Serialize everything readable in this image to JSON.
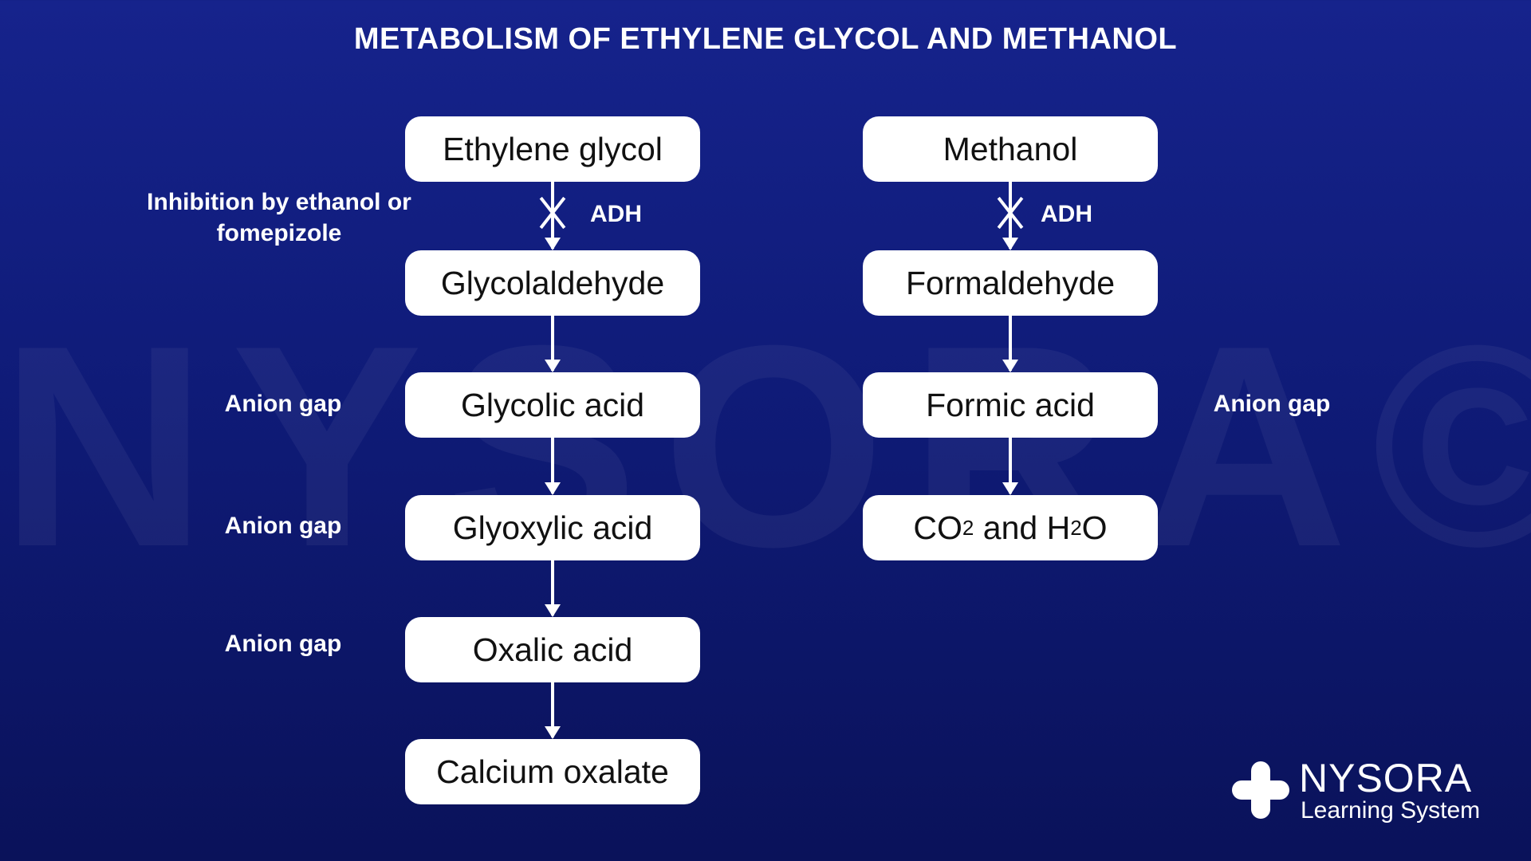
{
  "title": "METABOLISM OF ETHYLENE GLYCOL AND METHANOL",
  "watermark": "NYSORA©",
  "left_pathway": {
    "steps": [
      "Ethylene glycol",
      "Glycolaldehyde",
      "Glycolic acid",
      "Glyoxylic acid",
      "Oxalic acid",
      "Calcium oxalate"
    ],
    "enzyme": "ADH",
    "inhibition": "Inhibition by ethanol or fomepizole",
    "anion_gap_labels": [
      "Anion gap",
      "Anion gap",
      "Anion gap"
    ]
  },
  "right_pathway": {
    "steps": [
      "Methanol",
      "Formaldehyde",
      "Formic acid"
    ],
    "final_step": {
      "co": "CO",
      "sub1": "2",
      "and_h": " and H",
      "sub2": "2",
      "o": "O"
    },
    "enzyme": "ADH",
    "anion_gap_label": "Anion gap"
  },
  "logo": {
    "name": "NYSORA",
    "subtitle": "Learning System"
  },
  "colors": {
    "background": "#13208a",
    "box": "#ffffff",
    "text_on_dark": "#ffffff"
  }
}
